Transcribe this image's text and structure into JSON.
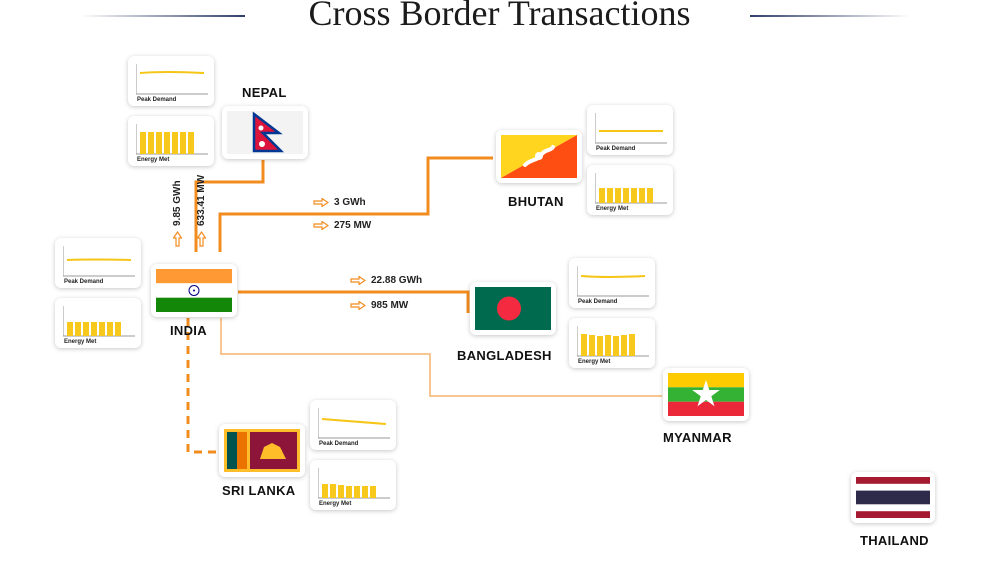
{
  "title": "Cross Border Transactions",
  "labels": {
    "peak_demand": "Peak Demand",
    "energy_met": "Energy Met"
  },
  "countries": {
    "nepal": "NEPAL",
    "india": "INDIA",
    "bhutan": "BHUTAN",
    "bangladesh": "BANGLADESH",
    "myanmar": "MYANMAR",
    "sri_lanka": "SRI LANKA",
    "thailand": "THAILAND"
  },
  "flows": {
    "nepal": {
      "energy": "9.85 GWh",
      "power": "633.41 MW"
    },
    "bhutan": {
      "energy": "3 GWh",
      "power": "275 MW"
    },
    "bangladesh": {
      "energy": "22.88 GWh",
      "power": "985 MW"
    }
  },
  "colors": {
    "connector": "#f28c1f",
    "connector_light": "#f5b46b",
    "demand_line": "#f5c518",
    "energy_bars": "#f7c91c"
  }
}
